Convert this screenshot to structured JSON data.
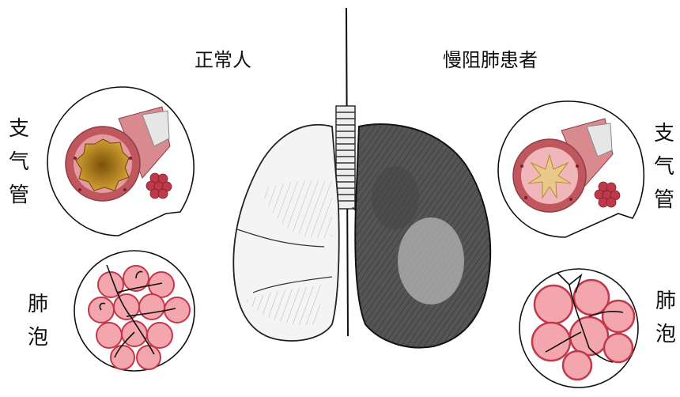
{
  "titles": {
    "left": "正常人",
    "right": "慢阻肺患者"
  },
  "labels": {
    "left_bronchus": [
      "支",
      "气",
      "管"
    ],
    "right_bronchus": [
      "支",
      "气",
      "管"
    ],
    "left_alveoli": [
      "肺",
      "泡"
    ],
    "right_alveoli": [
      "肺",
      "泡"
    ]
  },
  "colors": {
    "tissue": "#c0565e",
    "tissue_light": "#f0a9ae",
    "lumen_normal": "#c9941e",
    "lumen_narrow": "#e8c98a",
    "lung_outline": "#222222"
  }
}
